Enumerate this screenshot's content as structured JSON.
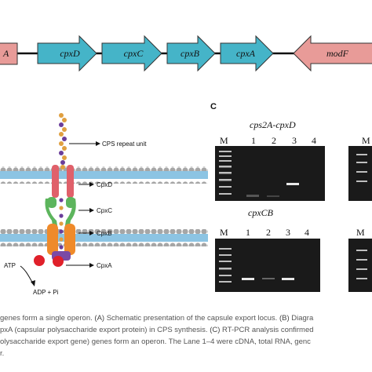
{
  "panel_a": {
    "genes": [
      "A",
      "cpxD",
      "cpxC",
      "cpxB",
      "cpxA",
      "modF"
    ],
    "forward_color": "#45b4c8",
    "reverse_color": "#e89b98"
  },
  "panel_b": {
    "repeat_unit_label": "CPS repeat unit",
    "protein_labels": [
      "CpxD",
      "CpxC",
      "CpxB",
      "CpxA"
    ],
    "atp_label": "ATP",
    "adp_label": "ADP + Pi"
  },
  "panel_c": {
    "label": "C",
    "gel1_title": "cps2A-cpxD",
    "gel2_title": "cpxCB",
    "lanes_top": [
      "M",
      "1",
      "2",
      "3",
      "4"
    ],
    "lanes_bottom": [
      "M",
      "1",
      "2",
      "3",
      "4"
    ],
    "right_lane_top": "M",
    "right_lane_bottom": "M"
  },
  "caption": {
    "line1_pre": "genes form a single operon. ",
    "line1_a": "(A)",
    "line1_mid": " Schematic presentation of the capsule export locus. ",
    "line1_b": "(B)",
    "line1_post": " Diagra",
    "line2_pre": "pxA (capsular polysaccharide export protein) in CPS synthesis. ",
    "line2_c": "(C)",
    "line2_post": " RT-PCR analysis confirmed",
    "line3": "olysaccharide export gene) genes form an operon. The Lane 1–4 were cDNA, total RNA, genc",
    "line4": "r."
  }
}
